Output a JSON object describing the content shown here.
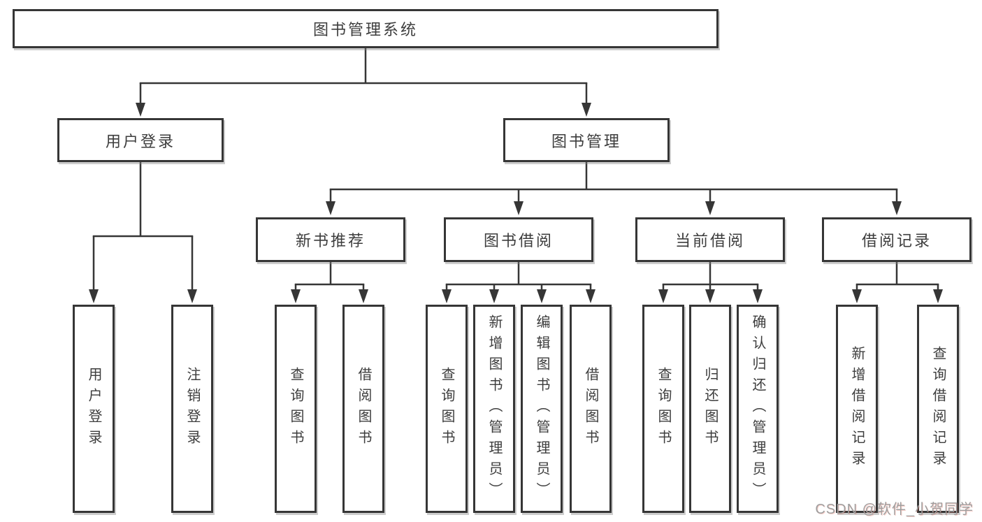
{
  "tree": {
    "label": "图书管理系统",
    "children": [
      {
        "label": "用户登录",
        "children": [
          {
            "label": "用户登录"
          },
          {
            "label": "注销登录"
          }
        ]
      },
      {
        "label": "图书管理",
        "children": [
          {
            "label": "新书推荐",
            "children": [
              {
                "label": "查询图书"
              },
              {
                "label": "借阅图书"
              }
            ]
          },
          {
            "label": "图书借阅",
            "children": [
              {
                "label": "查询图书"
              },
              {
                "label": "新增图书（管理员）"
              },
              {
                "label": "编辑图书（管理员）"
              },
              {
                "label": "借阅图书"
              }
            ]
          },
          {
            "label": "当前借阅",
            "children": [
              {
                "label": "查询图书"
              },
              {
                "label": "归还图书"
              },
              {
                "label": "确认归还（管理员）"
              }
            ]
          },
          {
            "label": "借阅记录",
            "children": [
              {
                "label": "新增借阅记录"
              },
              {
                "label": "查询借阅记录"
              }
            ]
          }
        ]
      }
    ]
  },
  "watermark": {
    "text": "CSDN @软件_小贺同学"
  },
  "colors": {
    "line": "#363636",
    "text": "#3d3d3d",
    "box_background": "#ffffff",
    "watermark": "#9f9f9f"
  }
}
